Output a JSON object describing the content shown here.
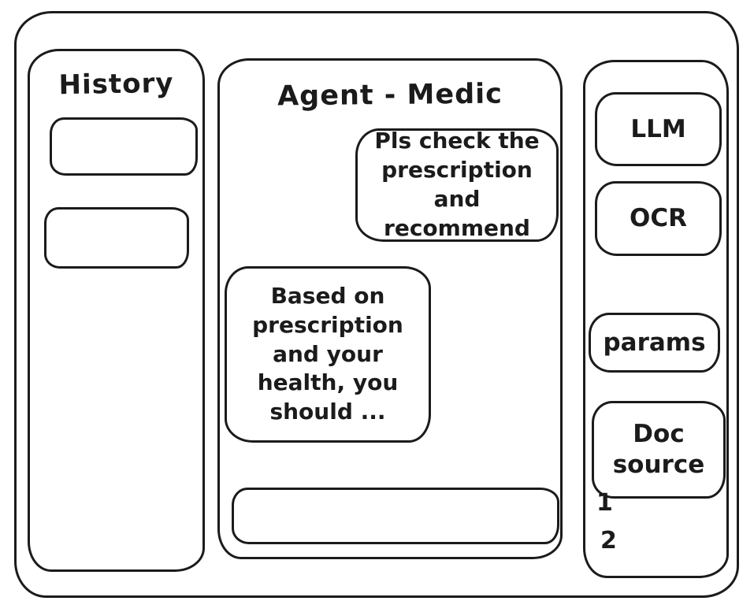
{
  "history_panel": {
    "title": "History"
  },
  "chat_panel": {
    "title": "Agent - Medic",
    "user_message": "Pls check the prescription and recommend",
    "agent_message": "Based on prescription and your health, you should ...",
    "input_value": ""
  },
  "tools_panel": {
    "llm_button": "LLM",
    "ocr_button": "OCR",
    "params_button": "params",
    "doc_source_button": "Doc source",
    "doc_source_items": [
      "1",
      "2"
    ]
  },
  "colors": {
    "stroke": "#1b1b1b",
    "background": "#ffffff"
  }
}
